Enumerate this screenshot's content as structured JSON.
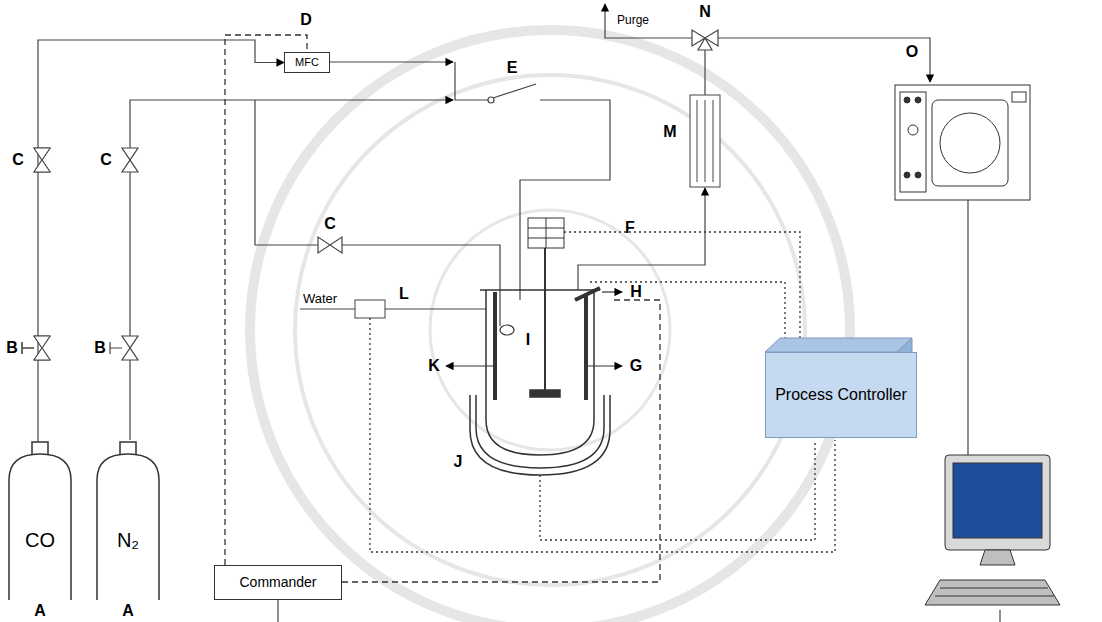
{
  "diagram": {
    "nodes": [
      {
        "text": [
          "CO"
        ]
      },
      {
        "text": [
          "N₂"
        ]
      },
      {
        "text": [
          "MFC"
        ]
      },
      {
        "text": [
          "Commander"
        ]
      },
      {
        "text": [
          "Process Controller"
        ]
      }
    ],
    "edges": [
      {
        "from": 0,
        "to": 2,
        "arrow": "to"
      },
      {
        "from": 3,
        "to": 2,
        "arrow": "none"
      }
    ],
    "labels": [
      "Purge",
      "N",
      "D",
      "E",
      "C",
      "C",
      "M",
      "O",
      "F",
      "C",
      "Water",
      "L",
      "I",
      "H",
      "K",
      "G",
      "J",
      "B",
      "B",
      "A",
      "A"
    ]
  }
}
